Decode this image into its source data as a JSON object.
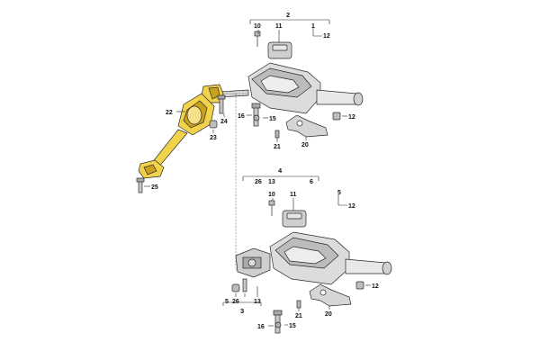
{
  "diagram": {
    "labels": {
      "l2": "2",
      "l10a": "10",
      "l11a": "11",
      "l1": "1",
      "l12a": "12",
      "l22": "22",
      "l24": "24",
      "l16a": "16",
      "l15a": "15",
      "l12b": "12",
      "l23": "23",
      "l21a": "21",
      "l20a": "20",
      "l25": "25",
      "l4": "4",
      "l26a": "26",
      "l13a": "13",
      "l6": "6",
      "l5a": "5",
      "l10b": "10",
      "l11b": "11",
      "l12c": "12",
      "l5b": "5",
      "l26b": "26",
      "l13b": "13",
      "l3": "3",
      "l12d": "12",
      "l21b": "21",
      "l20b": "20",
      "l16b": "16",
      "l15b": "15"
    },
    "colors": {
      "highlight": "#f2d24a",
      "highlight_shade": "#c9a21d",
      "part_fill": "#e4e4e4",
      "part_shade": "#9a9a9a",
      "line": "#222222"
    }
  }
}
